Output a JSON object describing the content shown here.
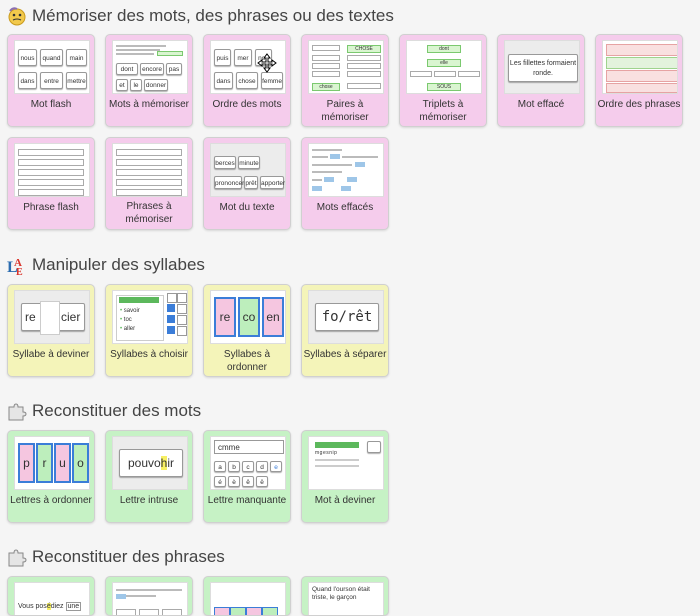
{
  "sections": [
    {
      "title": "Mémoriser des mots, des phrases ou des textes",
      "icon": "brain-icon",
      "tiles": [
        {
          "label": "Mot flash",
          "thumb_words": [
            "nous",
            "quand",
            "main",
            "dans",
            "entre",
            "mettre"
          ]
        },
        {
          "label": "Mots à mémoriser",
          "thumb_words": [
            "dont",
            "encore",
            "pas",
            "et",
            "le",
            "donner"
          ]
        },
        {
          "label": "Ordre des mots",
          "thumb_words": [
            "puis",
            "mer",
            "non",
            "dans",
            "chose",
            "femme"
          ]
        },
        {
          "label": "Paires à mémoriser",
          "thumb_words": [
            "CHOSE",
            "chose"
          ]
        },
        {
          "label": "Triplets à mémoriser",
          "thumb_words": [
            "dont",
            "elle",
            "SOUS"
          ]
        },
        {
          "label": "Mot effacé",
          "thumb_words": [
            "Les fillettes formaient ronde."
          ]
        },
        {
          "label": "Ordre des phrases"
        },
        {
          "label": "Phrase flash"
        },
        {
          "label": "Phrases à mémoriser"
        },
        {
          "label": "Mot du texte",
          "thumb_words": [
            "berces",
            "minute",
            "prononcer",
            "prêt",
            "apporter"
          ]
        },
        {
          "label": "Mots effacés"
        }
      ]
    },
    {
      "title": "Manipuler des syllabes",
      "icon": "letters-icon",
      "tiles": [
        {
          "label": "Syllabe à deviner",
          "thumb_words": [
            "re",
            "cier"
          ]
        },
        {
          "label": "Syllabes à choisir",
          "thumb_words": [
            "savoir",
            "toc",
            "aller"
          ]
        },
        {
          "label": "Syllabes à ordonner",
          "thumb_words": [
            "re",
            "co",
            "en"
          ]
        },
        {
          "label": "Syllabes à séparer",
          "thumb_words": [
            "fo/rêt"
          ]
        }
      ]
    },
    {
      "title": "Reconstituer des mots",
      "icon": "puzzle-icon",
      "tiles": [
        {
          "label": "Lettres à ordonner",
          "thumb_words": [
            "p",
            "r",
            "u",
            "o"
          ]
        },
        {
          "label": "Lettre intruse",
          "thumb_words": [
            "pouvo",
            "h",
            "ir"
          ]
        },
        {
          "label": "Lettre manquante",
          "thumb_words": [
            "cmme",
            "a",
            "b",
            "c",
            "d",
            "e",
            "é",
            "è",
            "ê",
            "ë"
          ]
        },
        {
          "label": "Mot à deviner",
          "thumb_words": [
            "mgesnip"
          ]
        }
      ]
    },
    {
      "title": "Reconstituer des phrases",
      "icon": "puzzle-icon",
      "tiles": [
        {
          "label": "",
          "thumb_words": [
            "Vous pos",
            "é",
            "diez",
            "une"
          ]
        },
        {
          "label": ""
        },
        {
          "label": ""
        },
        {
          "label": "",
          "thumb_words": [
            "Quand l'ourson était",
            "triste, le garçon"
          ]
        }
      ]
    }
  ],
  "colors": {
    "pink": "#f5ccec",
    "yellow": "#f4f4b9",
    "green": "#c6f2c5"
  }
}
